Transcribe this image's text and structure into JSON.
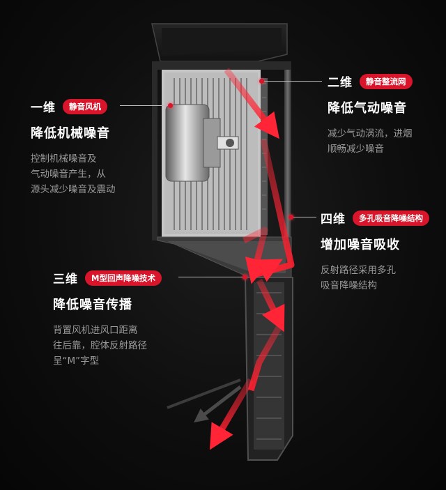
{
  "colors": {
    "background": "#0b0b0b",
    "badge": "#d8152b",
    "arrow": "#e01b2c",
    "desc_text": "#9a9a9a"
  },
  "features": [
    {
      "dimension": "一维",
      "badge": "静音风机",
      "title": "降低机械噪音",
      "desc": [
        "控制机械噪音及",
        "气动噪音产生，从",
        "源头减少噪音及震动"
      ]
    },
    {
      "dimension": "二维",
      "badge": "静音整流网",
      "title": "降低气动噪音",
      "desc": [
        "减少气动涡流，进烟",
        "顺畅减少噪音"
      ]
    },
    {
      "dimension": "三维",
      "badge": "M型回声降噪技术",
      "title": "降低噪音传播",
      "desc": [
        "背置风机进风口距离",
        "往后靠，腔体反射路径",
        "呈“M”字型"
      ]
    },
    {
      "dimension": "四维",
      "badge": "多孔吸音降噪结构",
      "title": "增加噪音吸收",
      "desc": [
        "反射路径采用多孔",
        "吸音降噪结构"
      ]
    }
  ]
}
